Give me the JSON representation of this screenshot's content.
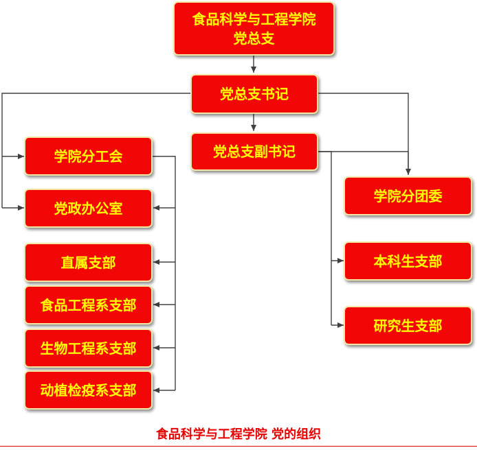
{
  "org_chart": {
    "top": "食品科学与工程学院\n党总支",
    "secretary": "党总支书记",
    "deputy_secretary": "党总支副书记",
    "left_units": [
      "学院分工会",
      "党政办公室"
    ],
    "left_branches": [
      "直属支部",
      "食品工程系支部",
      "生物工程系支部",
      "动植检疫系支部"
    ],
    "right_units": [
      "学院分团委",
      "本科生支部",
      "研究生支部"
    ]
  },
  "caption": "食品科学与工程学院 党的组织",
  "colors": {
    "box_fill": "#f20606",
    "box_text": "#ffff00",
    "box_border": "#f4e7a6",
    "connector": "#404040",
    "caption": "#e60000"
  }
}
